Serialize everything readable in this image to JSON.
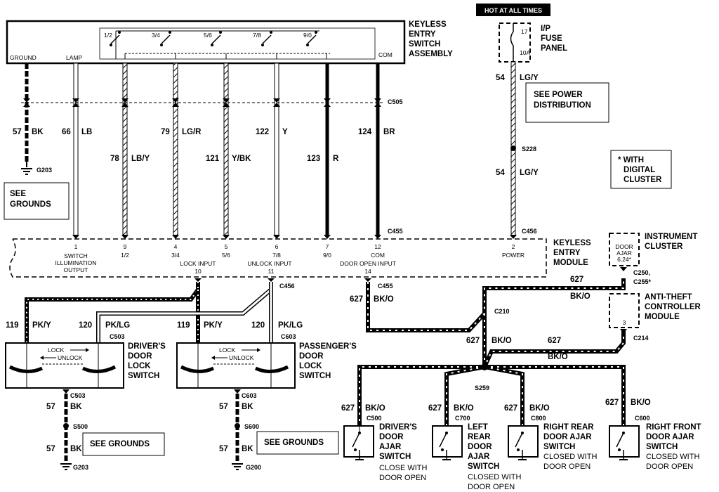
{
  "header": {
    "hot_at_all_times": "HOT AT ALL TIMES",
    "keyless_switch_assembly": [
      "KEYLESS",
      "ENTRY",
      "SWITCH",
      "ASSEMBLY"
    ],
    "fuse_panel": [
      "I/P",
      "FUSE",
      "PANEL"
    ],
    "fuse_number": "17",
    "fuse_rating": "10A"
  },
  "switch_assembly": {
    "switch_labels": [
      "1/2",
      "3/4",
      "5/6",
      "7/8",
      "9/0"
    ],
    "ground": "GROUND",
    "lamp": "LAMP",
    "com": "COM"
  },
  "connectors": {
    "c505": "C505",
    "c455": "C455",
    "c456": "C456",
    "c455b": "C455",
    "c456b": "C456",
    "c503": "C503",
    "c603": "C603",
    "c503b": "C503",
    "c603b": "C603",
    "c210": "C210",
    "c214": "C214",
    "c250": "C250,",
    "c255": "C255*",
    "c500": "C500",
    "c700": "C700",
    "c800": "C800",
    "c600": "C600"
  },
  "splices": {
    "s228": "S228",
    "s259": "S259",
    "s500": "S500",
    "s600": "S600"
  },
  "grounds": {
    "g203": "G203",
    "g203b": "G203",
    "g200": "G200"
  },
  "wires": {
    "w57": {
      "num": "57",
      "color": "BK"
    },
    "w66": {
      "num": "66",
      "color": "LB"
    },
    "w78": {
      "num": "78",
      "color": "LB/Y"
    },
    "w79": {
      "num": "79",
      "color": "LG/R"
    },
    "w121": {
      "num": "121",
      "color": "Y/BK"
    },
    "w122": {
      "num": "122",
      "color": "Y"
    },
    "w123": {
      "num": "123",
      "color": "R"
    },
    "w124": {
      "num": "124",
      "color": "BR"
    },
    "w54": {
      "num": "54",
      "color": "LG/Y"
    },
    "w119": {
      "num": "119",
      "color": "PK/Y"
    },
    "w120": {
      "num": "120",
      "color": "PK/LG"
    },
    "w627": {
      "num": "627",
      "color": "BK/O"
    }
  },
  "notes": {
    "see_power": [
      "SEE POWER",
      "DISTRIBUTION"
    ],
    "with_digital": [
      "* WITH",
      "DIGITAL",
      "CLUSTER"
    ],
    "see_grounds": [
      "SEE",
      "GROUNDS"
    ],
    "see_grounds_inline": "SEE GROUNDS"
  },
  "module": {
    "title": [
      "KEYLESS",
      "ENTRY",
      "MODULE"
    ],
    "pins": [
      {
        "num": "1",
        "label": [
          "SWITCH",
          "ILLUMINATION",
          "OUTPUT"
        ]
      },
      {
        "num": "9",
        "label": [
          "1/2"
        ]
      },
      {
        "num": "4",
        "label": [
          "3/4"
        ]
      },
      {
        "num": "5",
        "label": [
          "5/6"
        ]
      },
      {
        "num": "6",
        "label": [
          "7/8"
        ]
      },
      {
        "num": "7",
        "label": [
          "9/0"
        ]
      },
      {
        "num": "12",
        "label": [
          "COM"
        ]
      },
      {
        "num": "2",
        "label": [
          "POWER"
        ]
      }
    ],
    "lock_input": "LOCK INPUT",
    "unlock_input": "UNLOCK INPUT",
    "door_open_input": "DOOR OPEN INPUT",
    "pin10": "10",
    "pin11": "11",
    "pin14": "14"
  },
  "instrument_cluster": {
    "title": [
      "INSTRUMENT",
      "CLUSTER"
    ],
    "inner": [
      "DOOR",
      "AJAR",
      "6,24*"
    ]
  },
  "anti_theft": {
    "title": [
      "ANTI-THEFT",
      "CONTROLLER",
      "MODULE"
    ],
    "pin": "3"
  },
  "door_lock_switches": {
    "driver": [
      "DRIVER'S",
      "DOOR",
      "LOCK",
      "SWITCH"
    ],
    "passenger": [
      "PASSENGER'S",
      "DOOR",
      "LOCK",
      "SWITCH"
    ],
    "lock": "LOCK",
    "unlock": "UNLOCK"
  },
  "door_ajar_switches": [
    {
      "title": [
        "DRIVER'S",
        "DOOR",
        "AJAR",
        "SWITCH"
      ],
      "note": [
        "CLOSE WITH",
        "DOOR OPEN"
      ]
    },
    {
      "title": [
        "LEFT",
        "REAR",
        "DOOR",
        "AJAR",
        "SWITCH"
      ],
      "note": [
        "CLOSED WITH",
        "DOOR OPEN"
      ]
    },
    {
      "title": [
        "RIGHT REAR",
        "DOOR AJAR",
        "SWITCH"
      ],
      "note": [
        "CLOSED WITH",
        "DOOR OPEN"
      ]
    },
    {
      "title": [
        "RIGHT FRONT",
        "DOOR AJAR",
        "SWITCH"
      ],
      "note": [
        "CLOSED WITH",
        "DOOR OPEN"
      ]
    }
  ]
}
